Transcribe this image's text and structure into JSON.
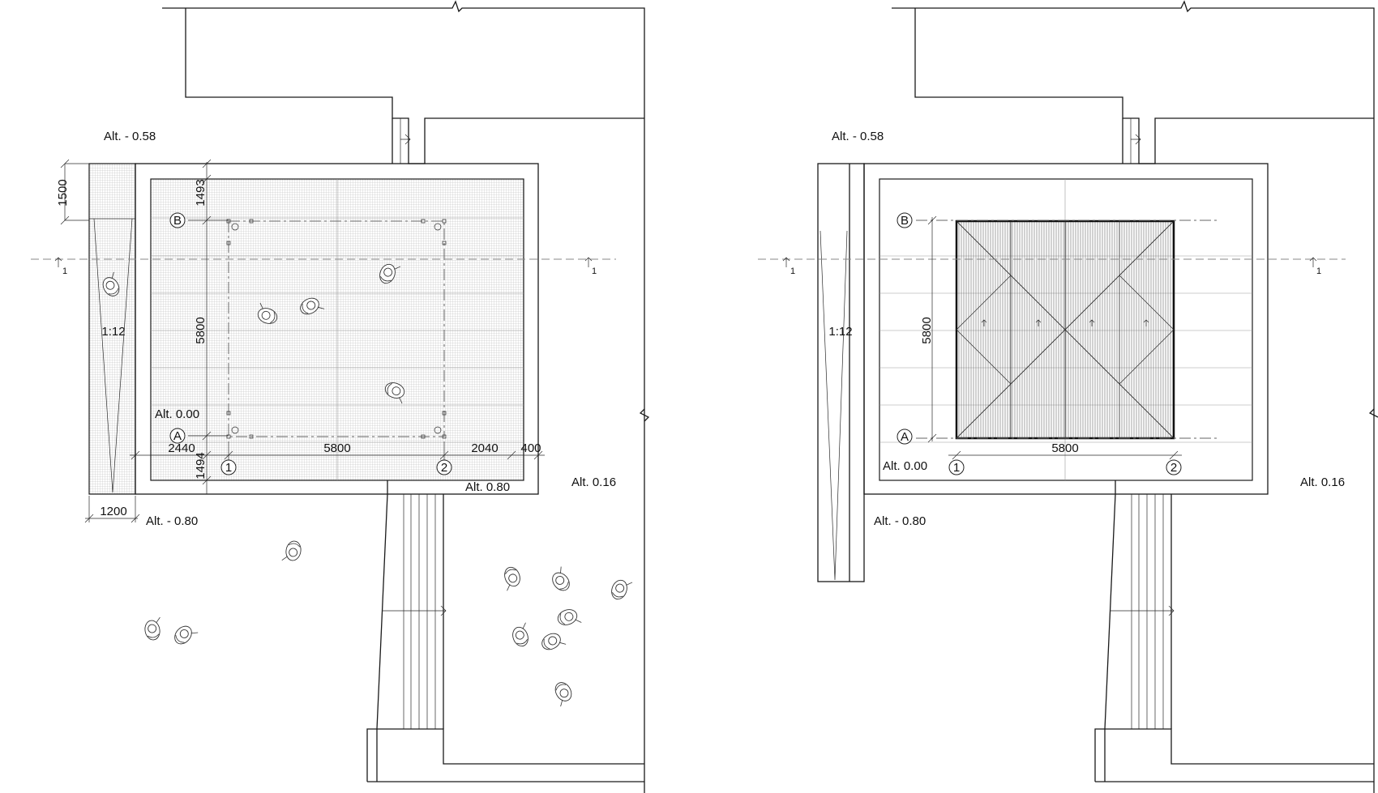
{
  "left_plan": {
    "alt_top_left": "Alt. - 0.58",
    "alt_inner": "Alt. 0.00",
    "alt_bottom_left": "Alt. - 0.80",
    "alt_step": "Alt. 0.80",
    "alt_right": "Alt. 0.16",
    "ramp_slope": "1:12",
    "dim_ramp_length": "1500",
    "dim_ramp_width": "1200",
    "dim_top": "1493",
    "dim_bottom": "1494",
    "dim_height": "5800",
    "dim_left": "2440",
    "dim_span": "5800",
    "dim_right": "2040",
    "dim_edge": "400",
    "axis_a": "A",
    "axis_b": "B",
    "axis_1": "1",
    "axis_2": "2",
    "section_mark": "1"
  },
  "right_plan": {
    "alt_top_left": "Alt. - 0.58",
    "alt_inner": "Alt. 0.00",
    "alt_bottom_left": "Alt. - 0.80",
    "alt_right": "Alt. 0.16",
    "ramp_slope": "1:12",
    "dim_height": "5800",
    "dim_span": "5800",
    "axis_a": "A",
    "axis_b": "B",
    "axis_1": "1",
    "axis_2": "2",
    "section_mark": "1"
  },
  "icons": {
    "person": "person-top-view-icon",
    "section_arrow": "section-arrow-icon",
    "break_mark": "break-line-icon"
  }
}
